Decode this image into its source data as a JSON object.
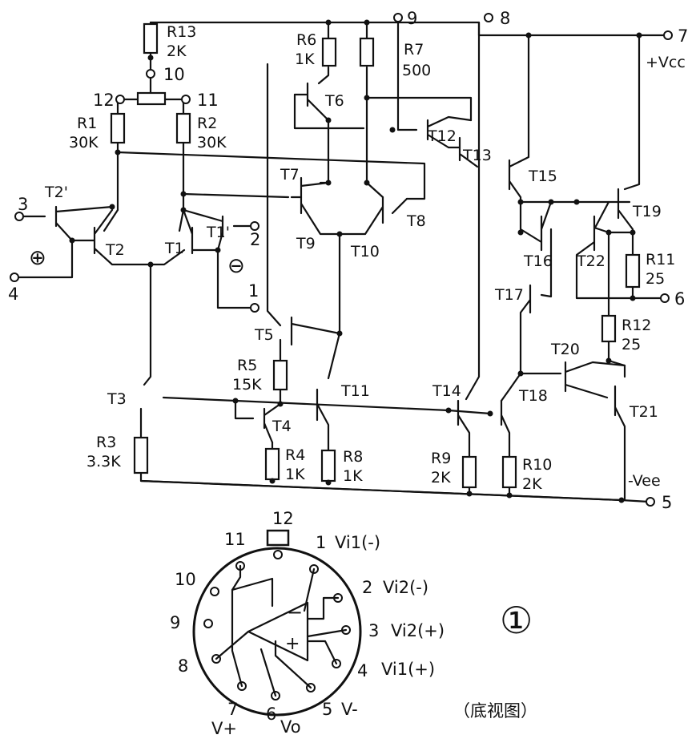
{
  "figure_number": "①",
  "rails": {
    "vcc": "+Vcc",
    "vee": "-Vee"
  },
  "pins": [
    {
      "id": "1",
      "name": "Vi1(-)"
    },
    {
      "id": "2",
      "name": "Vi2(-)"
    },
    {
      "id": "3",
      "name": "Vi2(+)"
    },
    {
      "id": "4",
      "name": "Vi1(+)"
    },
    {
      "id": "5",
      "name": "V-"
    },
    {
      "id": "6",
      "name": "Vo"
    },
    {
      "id": "7",
      "name": "V+"
    },
    {
      "id": "8",
      "name": ""
    },
    {
      "id": "9",
      "name": ""
    },
    {
      "id": "10",
      "name": ""
    },
    {
      "id": "11",
      "name": ""
    },
    {
      "id": "12",
      "name": ""
    }
  ],
  "resistors": [
    {
      "ref": "R13",
      "value": "2K"
    },
    {
      "ref": "R6",
      "value": "1K"
    },
    {
      "ref": "R7",
      "value": "500"
    },
    {
      "ref": "R1",
      "value": "30K"
    },
    {
      "ref": "R2",
      "value": "30K"
    },
    {
      "ref": "R5",
      "value": "15K"
    },
    {
      "ref": "R3",
      "value": "3.3K"
    },
    {
      "ref": "R4",
      "value": "1K"
    },
    {
      "ref": "R8",
      "value": "1K"
    },
    {
      "ref": "R9",
      "value": "2K"
    },
    {
      "ref": "R10",
      "value": "2K"
    },
    {
      "ref": "R11",
      "value": "25"
    },
    {
      "ref": "R12",
      "value": "25"
    }
  ],
  "transistors": [
    "T2'",
    "T2",
    "T1",
    "T1'",
    "T3",
    "T4",
    "T5",
    "T6",
    "T7",
    "T8",
    "T9",
    "T10",
    "T11",
    "T12",
    "T13",
    "T14",
    "T15",
    "T16",
    "T17",
    "T18",
    "T19",
    "T20",
    "T21",
    "T22"
  ],
  "input_signs": {
    "plus": "⊕",
    "minus": "⊖"
  },
  "package": {
    "caption": "（底视图）",
    "opamp_minus": "−",
    "opamp_plus": "+"
  }
}
